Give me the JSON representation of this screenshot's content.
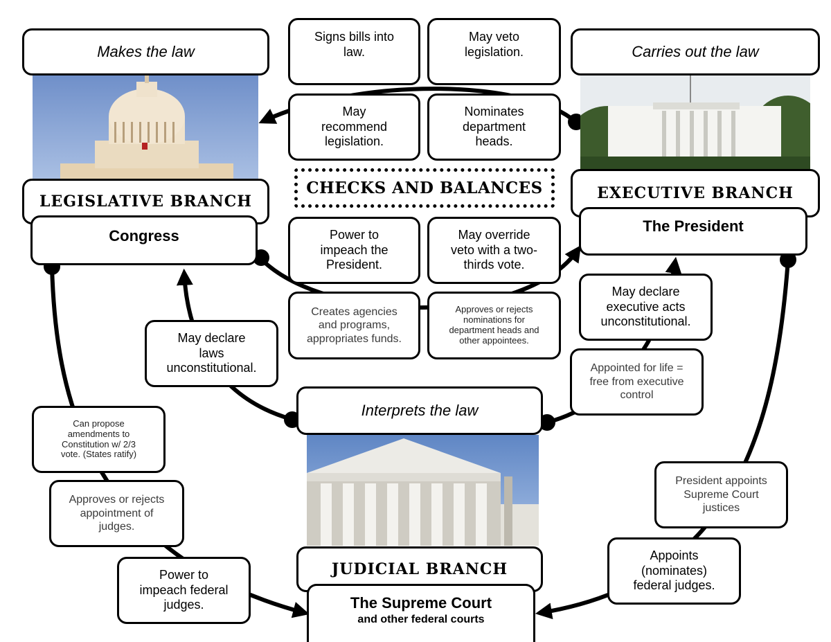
{
  "checks_title": "CHECKS AND BALANCES",
  "legislative": {
    "role": "Makes the law",
    "branch": "LEGISLATIVE BRANCH",
    "body": "Congress"
  },
  "executive": {
    "role": "Carries out the law",
    "branch": "EXECUTIVE BRANCH",
    "body": "The President"
  },
  "judicial": {
    "role": "Interprets the law",
    "branch": "JUDICIAL BRANCH",
    "body": "The Supreme Court",
    "body_sub": "and other federal courts"
  },
  "checks": {
    "signs_bills": "Signs bills into\nlaw.",
    "may_veto": "May veto\nlegislation.",
    "recommend": "May\nrecommend\nlegislation.",
    "nominates_heads": "Nominates\ndepartment\nheads.",
    "impeach_president": "Power to\nimpeach the\nPresident.",
    "override_veto": "May override\nveto with a two-\nthirds vote.",
    "creates_agencies": "Creates agencies\nand programs,\nappropriates funds.",
    "approves_nominations": "Approves or rejects\nnominations for\ndepartment heads and\nother appointees.",
    "declare_laws": "May declare\nlaws\nunconstitutional.",
    "declare_exec": "May declare\nexecutive acts\nunconstitutional.",
    "appointed_life": "Appointed for life =\nfree from executive\ncontrol",
    "amendments": "Can propose\namendments to\nConstitution w/ 2/3\nvote. (States ratify)",
    "approves_judges": "Approves or rejects\nappointment of\njudges.",
    "impeach_judges": "Power to\nimpeach federal\njudges.",
    "president_appoints": "President appoints\nSupreme Court\njustices",
    "appoints_judges": "Appoints\n(nominates)\nfederal judges."
  }
}
